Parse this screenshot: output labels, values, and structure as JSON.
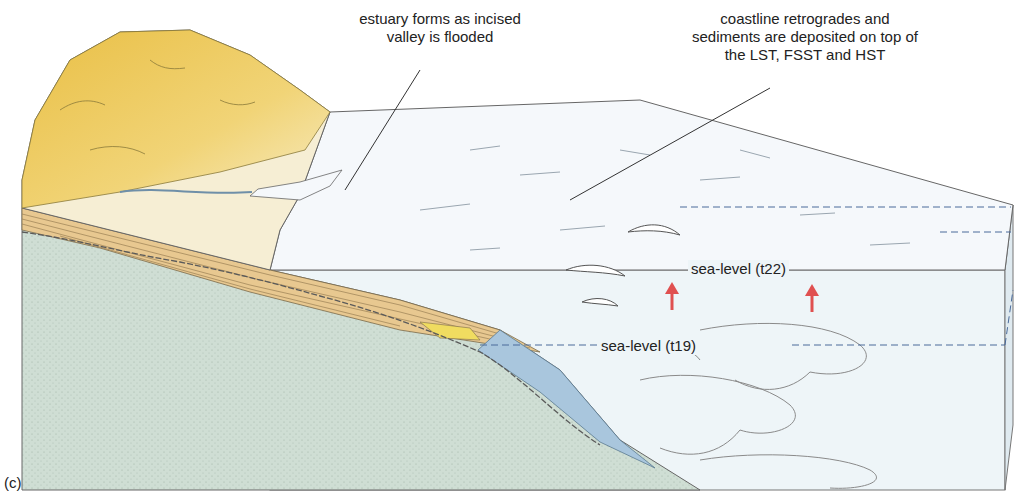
{
  "diagram": {
    "labels": [
      "estuary forms as incised valley is flooded",
      "coastline retrogrades and sediments are deposited on top of the LST, FSST and HST",
      "sea-level (t22)",
      "sea-level (t19)",
      "(c)"
    ]
  }
}
